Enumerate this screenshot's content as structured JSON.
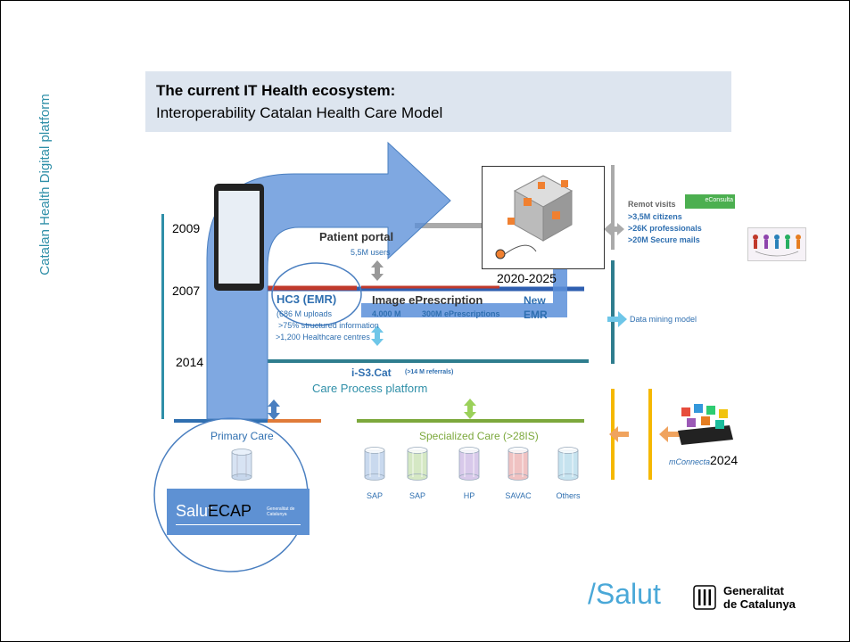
{
  "title": {
    "line1": "The current IT Health ecosystem:",
    "line2": "Interoperability Catalan Health Care Model"
  },
  "platform_label": "Catalan Health Digital platform",
  "years": [
    "2009",
    "2007",
    "2014"
  ],
  "portal": {
    "label": "Patient portal",
    "users": "5,5M users"
  },
  "hc3": {
    "label": "HC3 (EMR)",
    "uploads": "(686 M uploads",
    "structured": ">75% structured information",
    ">centres": "",
    "centres": ">1,200 Healthcare centres"
  },
  "eprescription": {
    "label": "Image  ePrescription",
    "images": "4.000 M",
    "count": "300M ePrescriptions"
  },
  "new_emr": {
    "line1": "New",
    "line2": "EMR"
  },
  "cube": {
    "year": "2020-2025"
  },
  "is3": {
    "label": "i-S3.Cat",
    "referrals": "(>14 M referrals)",
    "platform": "Care  Process  platform"
  },
  "remote": {
    "title": "Remot visits",
    "logo": "eConsulta",
    "citizens": ">3,5M citizens",
    "professionals": ">26K professionals",
    "mails": ">20M Secure mails"
  },
  "data_mining": "Data mining model",
  "mconnecta": {
    "name": "mConnecta",
    "year": "2024"
  },
  "primary_care": {
    "label": "Primary Care",
    "logo_salut": "Salut",
    "logo_ecap": "ECAP",
    "logo_gen": "Generalitat de Catalunya"
  },
  "specialized": {
    "label": "Specialized  Care (>28IS)",
    "databases": [
      {
        "label": "SAP",
        "color": "#c9d9ee"
      },
      {
        "label": "SAP",
        "color": "#d5e8c4"
      },
      {
        "label": "HP",
        "color": "#d8c9ea"
      },
      {
        "label": "SAVAC",
        "color": "#f0c2c2"
      },
      {
        "label": "Others",
        "color": "#c6e3ef"
      }
    ]
  },
  "footer": {
    "salut": "/Salut",
    "gen1": "Generalitat",
    "gen2": "de Catalunya"
  }
}
